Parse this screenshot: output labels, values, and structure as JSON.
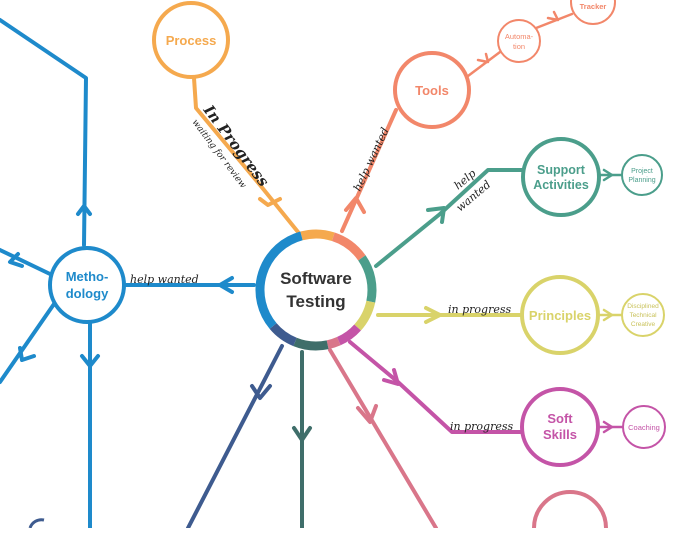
{
  "colors": {
    "orange": "#F5A94E",
    "salmon": "#F2876A",
    "teal": "#4B9E8B",
    "olive": "#D9D36A",
    "magenta": "#C454A7",
    "blue": "#1E8ACB",
    "navy": "#3E5B8F",
    "darkteal": "#3F6E6A",
    "rose": "#D9768A"
  },
  "center": {
    "line1": "Software",
    "line2": "Testing"
  },
  "nodes": {
    "process": "Process",
    "tools": "Tools",
    "automation": {
      "line1": "Automa-",
      "line2": "tion"
    },
    "tracker": "Tracker",
    "support": {
      "line1": "Support",
      "line2": "Activities"
    },
    "project_planning": {
      "line1": "Project",
      "line2": "Planning"
    },
    "principles": "Principles",
    "disciplined": {
      "line1": "Disciplined",
      "line2": "Technical",
      "line3": "Creative"
    },
    "soft_skills": {
      "line1": "Soft",
      "line2": "Skills"
    },
    "coaching": "Coaching",
    "methodology": {
      "line1": "Metho-",
      "line2": "dology"
    }
  },
  "labels": {
    "process_status": "In Progress",
    "process_sub": "waiting for review",
    "tools_status": "help wanted",
    "support_status_1": "help",
    "support_status_2": "wanted",
    "principles_status": "in progress",
    "soft_status": "in progress",
    "methodology_status": "help wanted"
  }
}
